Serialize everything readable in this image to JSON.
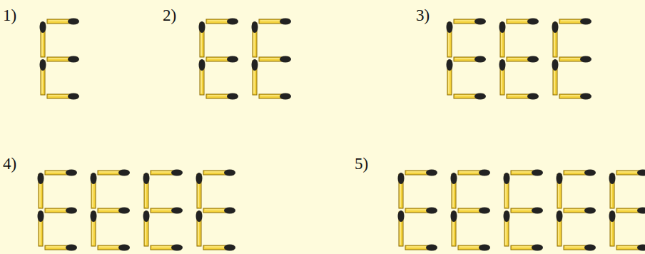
{
  "diagram": {
    "labels": [
      "1)",
      "2)",
      "3)",
      "4)",
      "5)"
    ]
  }
}
